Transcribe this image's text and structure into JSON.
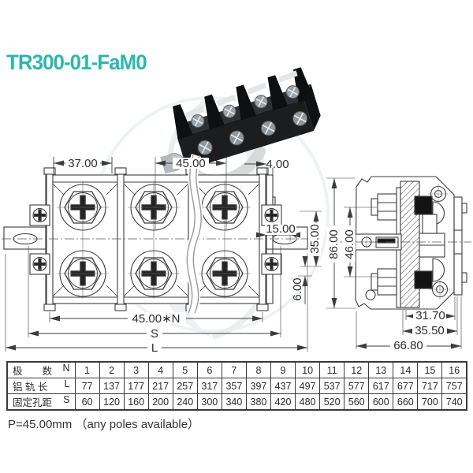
{
  "title": "TR300-01-FaM0",
  "note": "P=45.00mm （any poles available）",
  "colors": {
    "accent": "#2eb6af",
    "line": "#3c3c3c"
  },
  "front_view": {
    "dims": {
      "d37": "37.00",
      "d45": "45.00",
      "d4": "4.00",
      "d15": "15.00",
      "d35": "35.00",
      "d6": "6.00",
      "d45n": "45.00∗N",
      "ds": "S",
      "dl": "L"
    }
  },
  "side_view": {
    "dims": {
      "d86": "86.00",
      "d46": "46.00",
      "d317": "31.70",
      "d355": "35.50",
      "d668": "66.80"
    }
  },
  "table": {
    "rows": [
      {
        "label": "极　　数",
        "key": "N",
        "values": [
          "1",
          "2",
          "3",
          "4",
          "5",
          "6",
          "7",
          "8",
          "9",
          "10",
          "11",
          "12",
          "13",
          "14",
          "15",
          "16"
        ]
      },
      {
        "label": "铝 轨 长",
        "key": "L",
        "values": [
          "77",
          "137",
          "177",
          "217",
          "257",
          "317",
          "357",
          "397",
          "437",
          "497",
          "537",
          "577",
          "617",
          "677",
          "717",
          "757"
        ]
      },
      {
        "label": "固定孔距",
        "key": "S",
        "values": [
          "60",
          "120",
          "160",
          "200",
          "240",
          "300",
          "340",
          "380",
          "420",
          "480",
          "520",
          "560",
          "600",
          "660",
          "700",
          "740"
        ]
      }
    ]
  }
}
